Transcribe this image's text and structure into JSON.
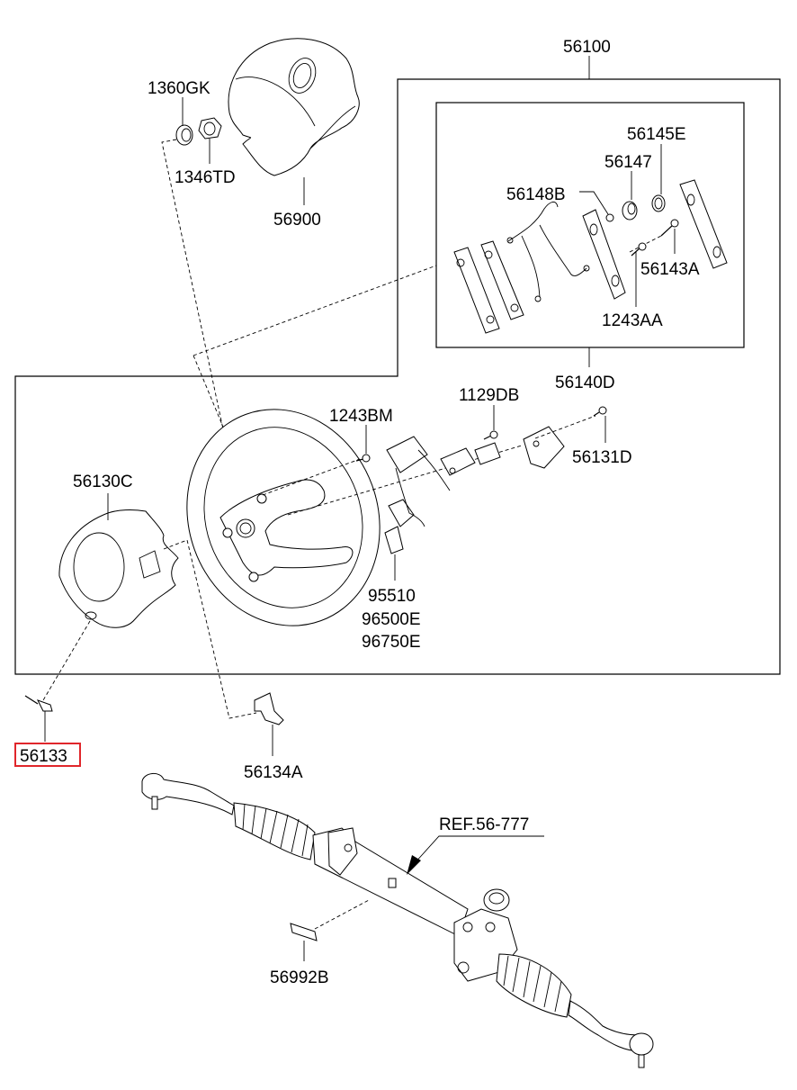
{
  "diagram": {
    "title": "Steering wheel and steering gear parts diagram",
    "highlight_color": "#e0262b",
    "highlighted_part": "56133",
    "labels": {
      "p1360GK": "1360GK",
      "p1346TD": "1346TD",
      "p56900": "56900",
      "p56100": "56100",
      "p56145E": "56145E",
      "p56147": "56147",
      "p56148B": "56148B",
      "p56143A": "56143A",
      "p1243AA": "1243AA",
      "p56140D": "56140D",
      "p1129DB": "1129DB",
      "p1243BM": "1243BM",
      "p56131D": "56131D",
      "p56130C": "56130C",
      "p95510": "95510",
      "p96500E": "96500E",
      "p96750E": "96750E",
      "p56133": "56133",
      "p56134A": "56134A",
      "ref": "REF.56-777",
      "p56992B": "56992B"
    }
  }
}
